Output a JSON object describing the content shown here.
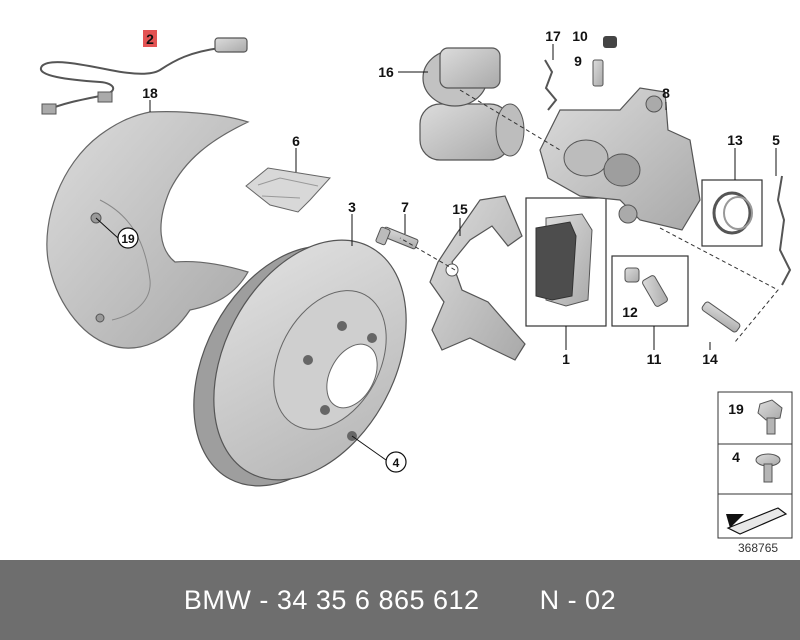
{
  "callouts": {
    "c1": "1",
    "c2": "2",
    "c3": "3",
    "c4": "4",
    "c5": "5",
    "c6": "6",
    "c7": "7",
    "c8": "8",
    "c9": "9",
    "c10": "10",
    "c11": "11",
    "c12": "12",
    "c13": "13",
    "c14": "14",
    "c15": "15",
    "c16": "16",
    "c17": "17",
    "c18": "18",
    "c19": "19"
  },
  "legend": {
    "item_a": "19",
    "item_b": "4"
  },
  "reference_number": "368765",
  "footer": {
    "part_number": "BMW - 34 35 6 865 612",
    "revision": "N - 02"
  },
  "colors": {
    "footer_bg": "#6e6e6e",
    "highlight": "#e04040",
    "part_gray": "#c8c8c8"
  }
}
